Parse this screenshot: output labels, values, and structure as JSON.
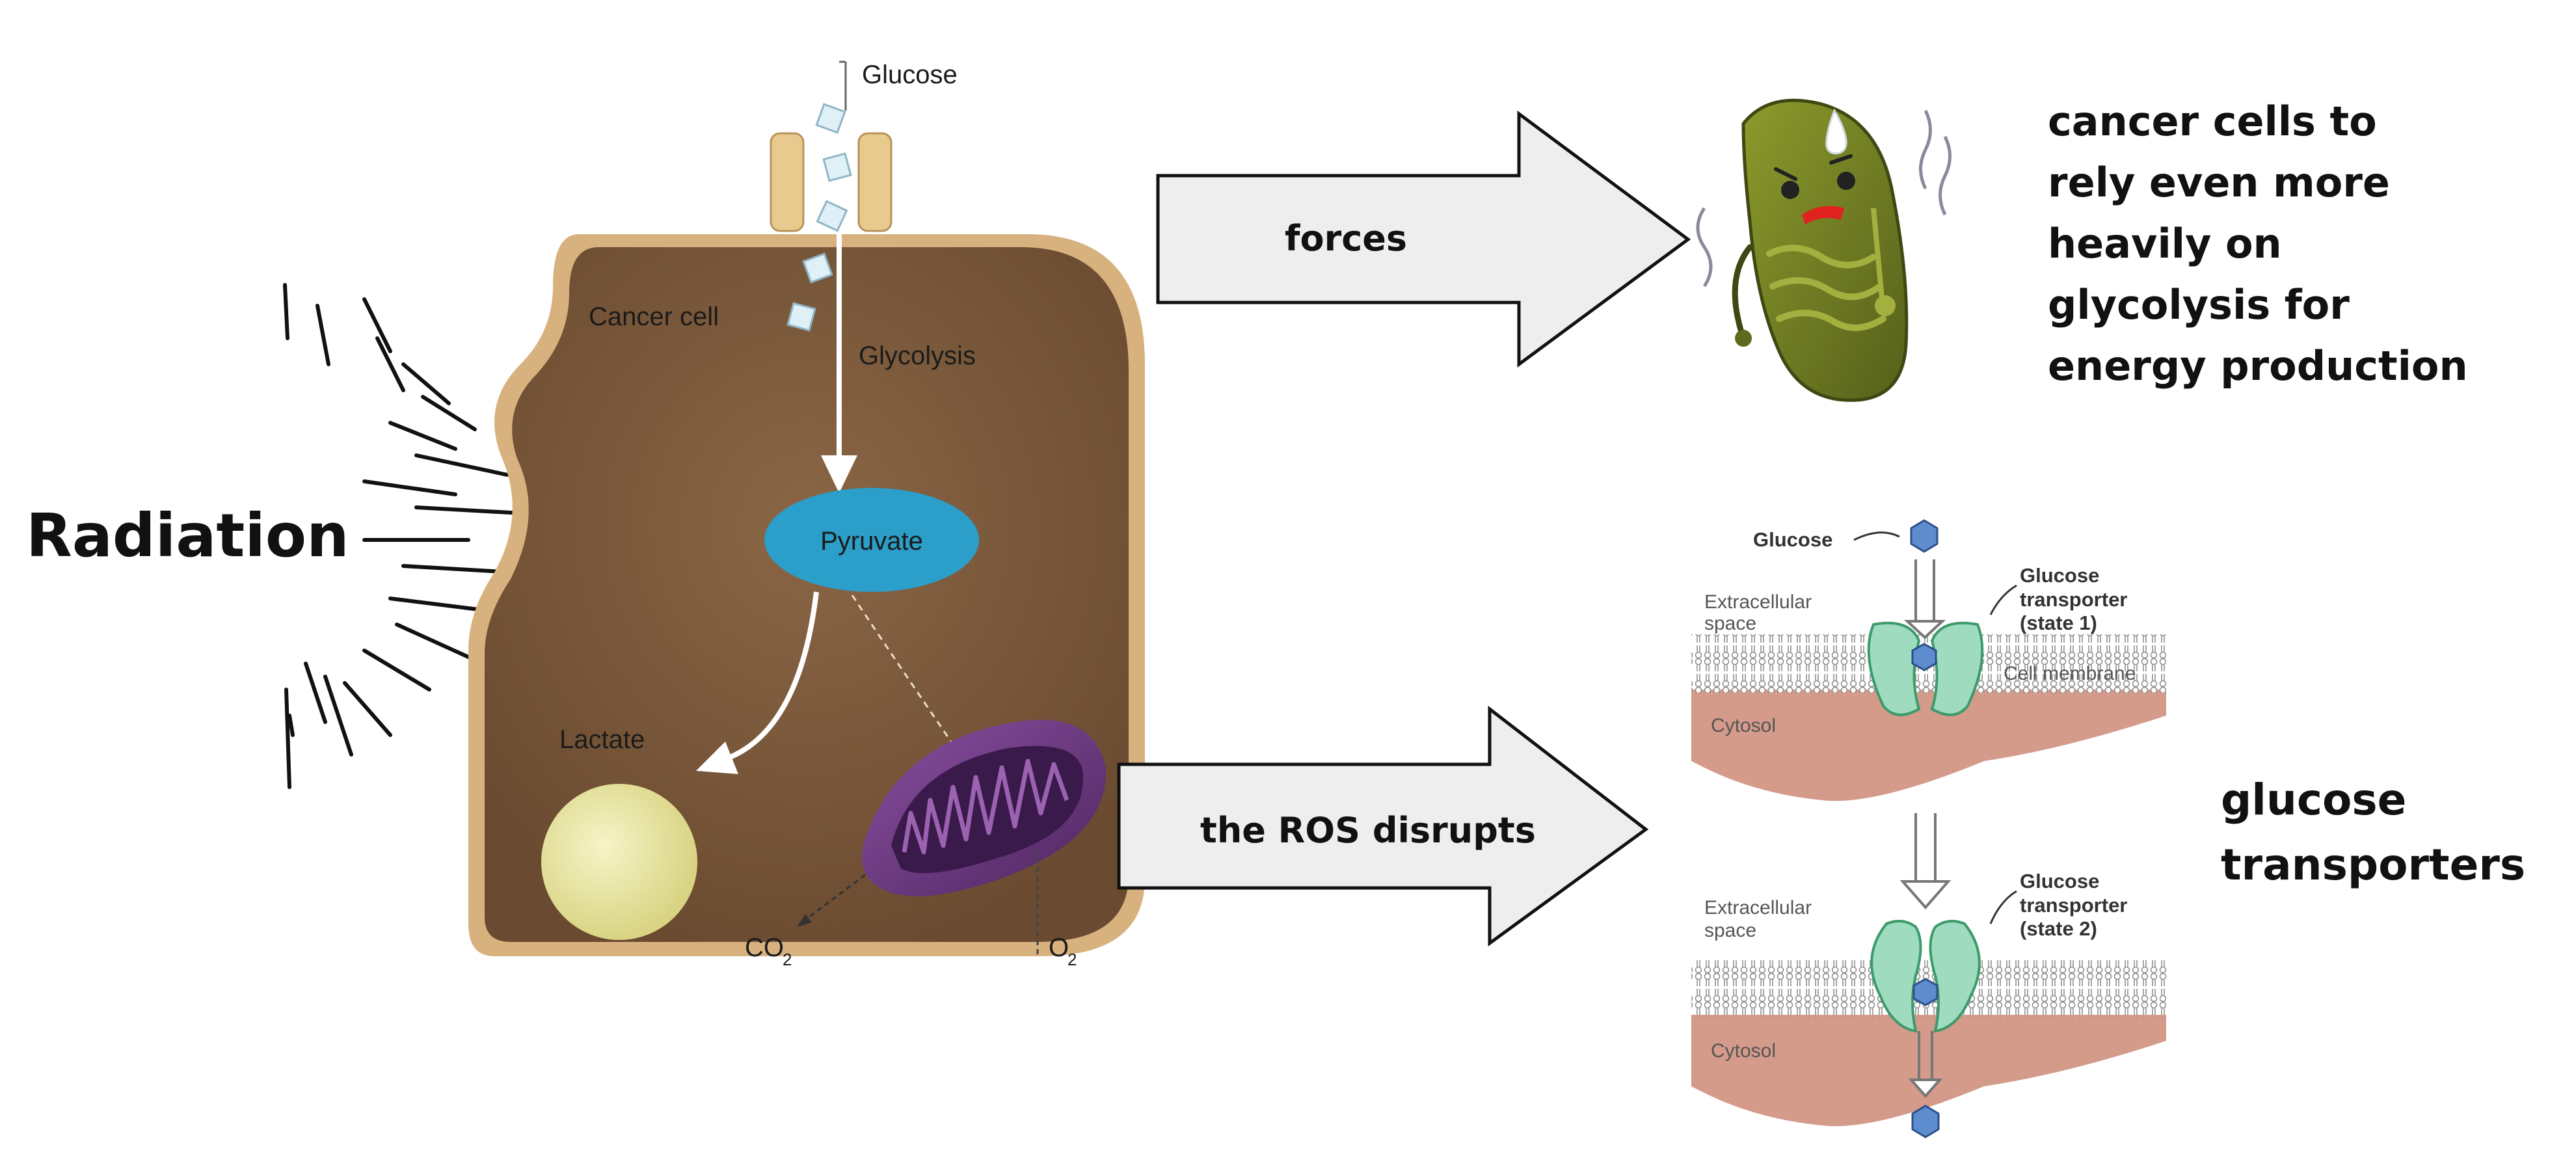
{
  "left_label": "Radiation",
  "cell": {
    "glucose": "Glucose",
    "cell_name": "Cancer cell",
    "glycolysis": "Glycolysis",
    "pyruvate": "Pyruvate",
    "lactate": "Lactate",
    "co2": "CO",
    "co2_sub": "2",
    "o2": "O",
    "o2_sub": "2"
  },
  "arrows": {
    "top": "forces",
    "bottom": "the ROS disrupts"
  },
  "top_result": {
    "lines": [
      "cancer cells to",
      "rely even more",
      "heavily on",
      "glycolysis for",
      "energy production"
    ]
  },
  "bottom_result": {
    "lines": [
      "glucose",
      "transporters"
    ]
  },
  "transporter_panel": {
    "glucose": "Glucose",
    "state1": {
      "extracellular": [
        "Extracellular",
        "space"
      ],
      "transporter": [
        "Glucose",
        "transporter",
        "(state 1)"
      ],
      "membrane": "Cell membrane",
      "cytosol": "Cytosol"
    },
    "state2": {
      "extracellular": [
        "Extracellular",
        "space"
      ],
      "transporter": [
        "Glucose",
        "transporter",
        "(state 2)"
      ],
      "cytosol": "Cytosol"
    }
  },
  "colors": {
    "cell_fill": "#7d5a3b",
    "cell_rim": "#d8b27e",
    "pyruvate": "#2b9ec9",
    "lactate": "#ece8a2",
    "mito": "#6a3a7e",
    "arrow_fill": "#eeeeee",
    "cytosol": "#d49a8a",
    "transporter": "#9fdcbf",
    "glucose_molecule": "#5e8dcf",
    "bacterium": "#6e7a1e"
  }
}
